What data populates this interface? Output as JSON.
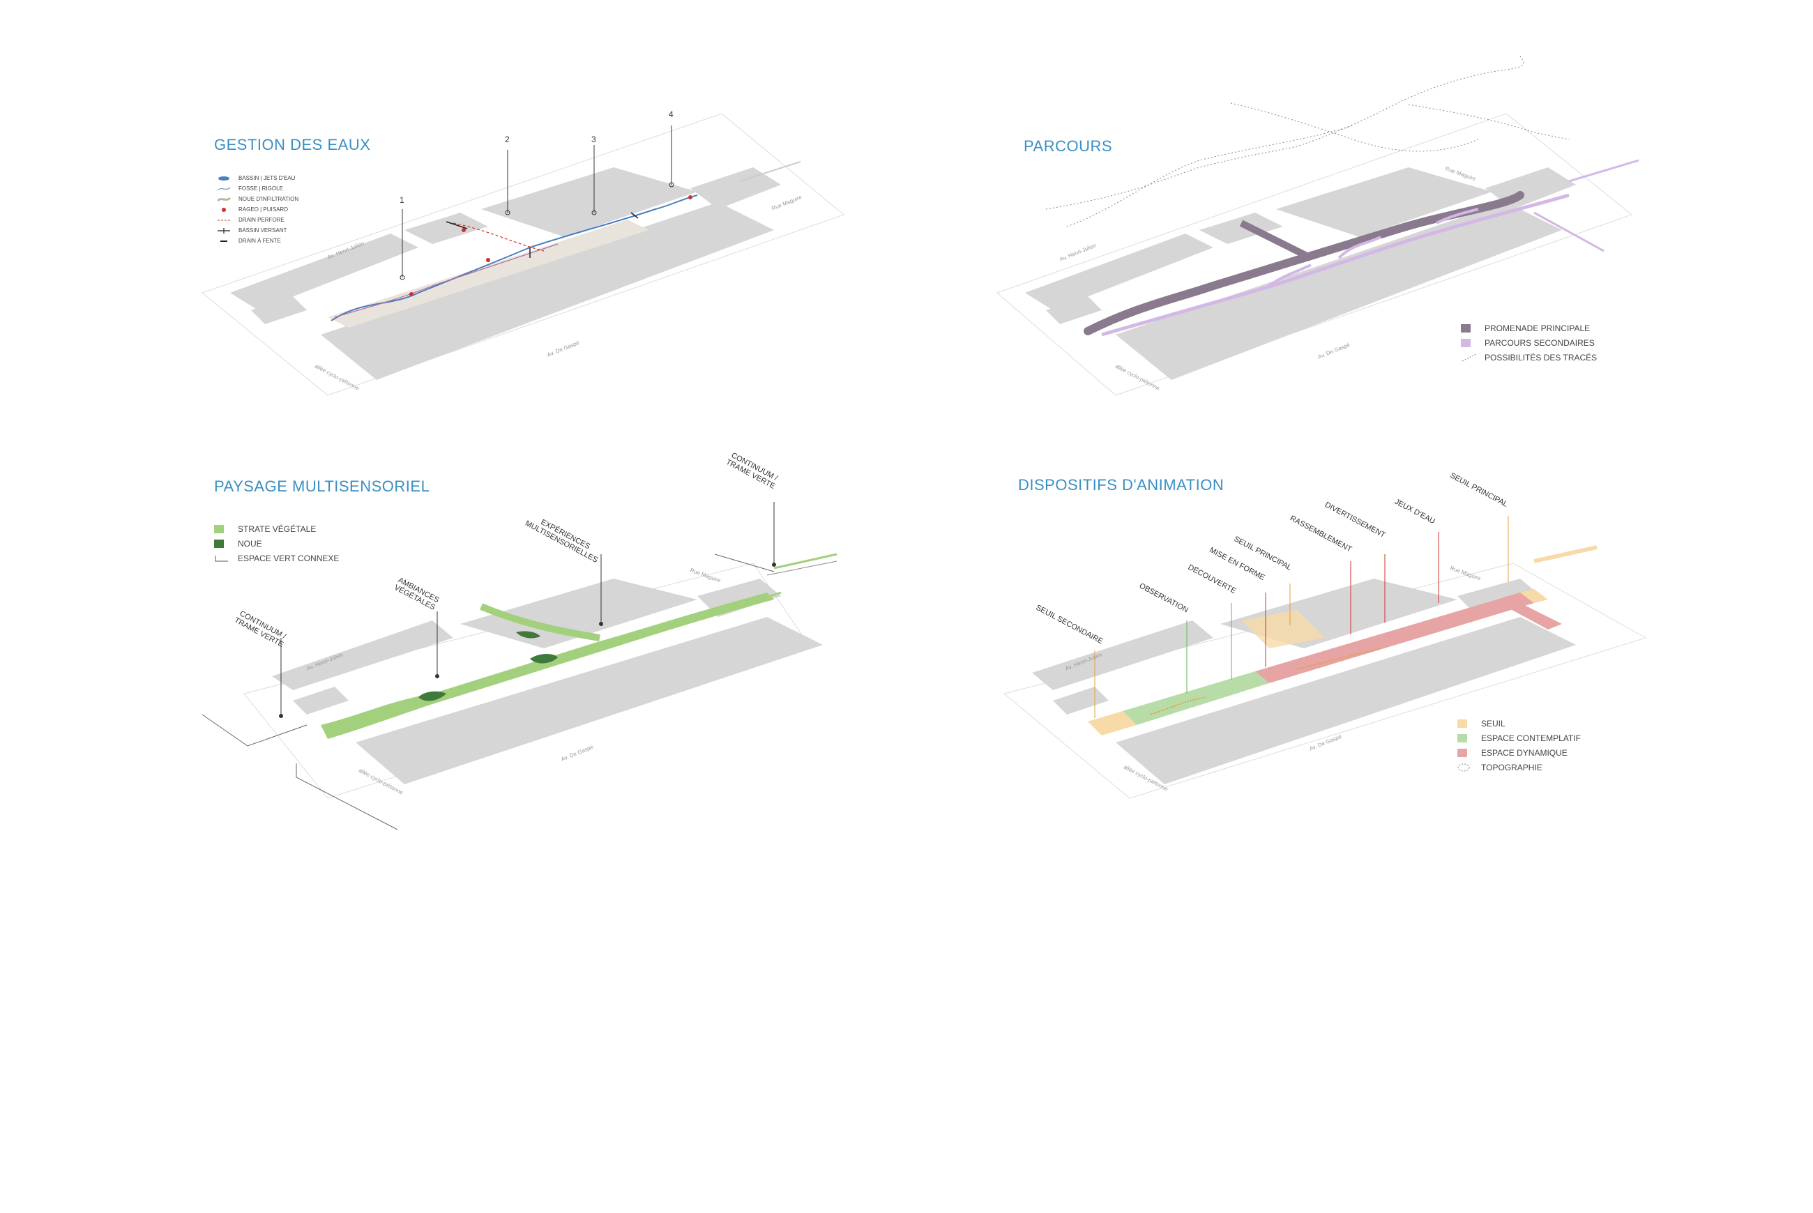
{
  "panels": {
    "eaux": {
      "title": "GESTION DES EAUX",
      "legend": [
        {
          "label": "BASSIN | JETS D'EAU",
          "icon": "basin-icon",
          "color": "#4a7fc1"
        },
        {
          "label": "FOSSE | RIGOLE",
          "icon": "ditch-icon",
          "color": "#4a7fc1"
        },
        {
          "label": "NOUE D'INFILTRATION",
          "icon": "swale-icon",
          "color": "#b9b39e"
        },
        {
          "label": "RAGEO | PUISARD",
          "icon": "drain-point-icon",
          "color": "#d0302a"
        },
        {
          "label": "DRAIN PERFORE",
          "icon": "perforated-drain-icon",
          "color": "#d0302a"
        },
        {
          "label": "BASSIN VERSANT",
          "icon": "watershed-icon",
          "color": "#444444"
        },
        {
          "label": "DRAIN À FENTE",
          "icon": "slot-drain-icon",
          "color": "#222222"
        }
      ],
      "numbers": [
        "1",
        "2",
        "3",
        "4"
      ],
      "streets": {
        "west": "Av. Henri-Julien",
        "north": "Rue Maguire",
        "south": "Av. De Gaspé",
        "path": "allée cyclo-piétonne"
      }
    },
    "parcours": {
      "title": "PARCOURS",
      "legend": [
        {
          "label": "PROMENADE PRINCIPALE",
          "color": "#8a7a8e"
        },
        {
          "label": "PARCOURS SECONDAIRES",
          "color": "#d3b8e6"
        },
        {
          "label": "POSSIBILITÉS DES TRACÉS",
          "color": "#888888"
        }
      ],
      "streets": {
        "west": "Av. Henri-Julien",
        "north": "Rue Maguire",
        "south": "Av. De Gaspé",
        "path": "allée cyclo-piétonne"
      }
    },
    "paysage": {
      "title": "PAYSAGE MULTISENSORIEL",
      "legend": [
        {
          "label": "STRATE VÉGÉTALE",
          "color": "#a3d07c"
        },
        {
          "label": "NOUE",
          "color": "#3f7a3a"
        },
        {
          "label": "ESPACE VERT CONNEXE",
          "color": "#555555"
        }
      ],
      "callouts": {
        "continuum_left": "CONTINUUM /\nTRAME VERTE",
        "ambiances": "AMBIANCES\nVÉGÉTALES",
        "experiences": "EXPÉRIENCES\nMULTISENSORIELLES",
        "continuum_right": "CONTINUUM /\nTRAME VERTE"
      },
      "streets": {
        "west": "Av. Henri-Julien",
        "north": "Rue Maguire",
        "south": "Av. De Gaspé",
        "path": "allée cyclo-piétonne"
      }
    },
    "animation": {
      "title": "DISPOSITIFS D'ANIMATION",
      "legend": [
        {
          "label": "SEUIL",
          "color": "#f8d9a8"
        },
        {
          "label": "ESPACE  CONTEMPLATIF",
          "color": "#b8dca8"
        },
        {
          "label": "ESPACE DYNAMIQUE",
          "color": "#e6a4a4"
        },
        {
          "label": "TOPOGRAPHIE",
          "color": "#888888"
        }
      ],
      "callouts": {
        "seuil_secondaire": "SEUIL SECONDAIRE",
        "observation": "OBSERVATION",
        "decouverte": "DÉCOUVERTE",
        "mise_en_forme": "MISE EN FORME",
        "seuil_principal_1": "SEUIL PRINCIPAL",
        "rassemblement": "RASSEMBLEMENT",
        "divertissement": "DIVERTISSEMENT",
        "jeux_deau": "JEUX D'EAU",
        "seuil_principal_2": "SEUIL PRINCIPAL"
      },
      "streets": {
        "west": "Av. Henri-Julien",
        "north": "Rue Maguire",
        "south": "Av. De Gaspé",
        "path": "allée cyclo-piétonne"
      }
    }
  },
  "colors": {
    "title": "#3a8fc4",
    "block": "#d6d6d6",
    "ground_line": "#cccccc"
  }
}
